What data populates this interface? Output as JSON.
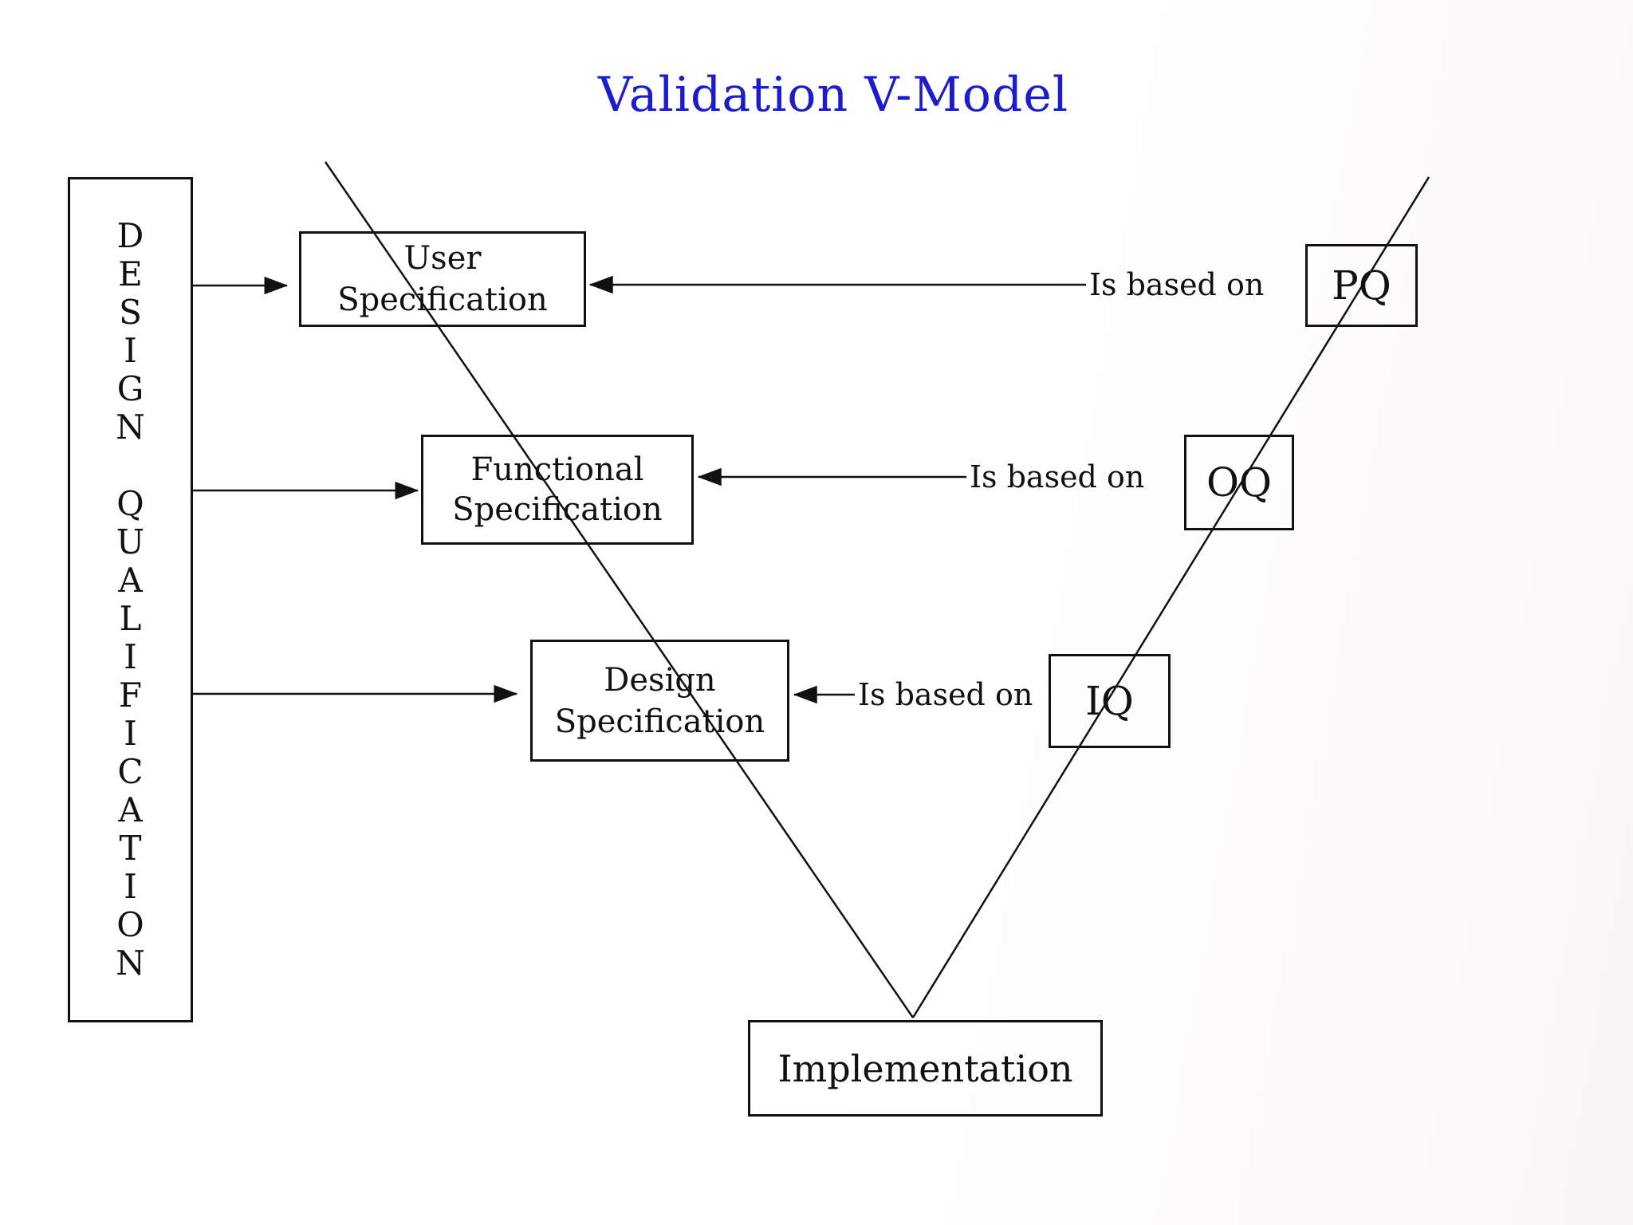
{
  "title": "Validation V-Model",
  "colors": {
    "title_blue": "#1a1ad9",
    "line_black": "#111111",
    "background": "#ffffff"
  },
  "left_panel": {
    "word1": "D\nE\nS\nI\nG\nN",
    "word2": "Q\nU\nA\nL\nI\nF\nI\nC\nA\nT\nI\nO\nN"
  },
  "nodes": {
    "user_spec": "User\nSpecification",
    "functional_spec": "Functional\nSpecification",
    "design_spec": "Design\nSpecification",
    "implementation": "Implementation",
    "pq": "PQ",
    "oq": "OQ",
    "iq": "IQ"
  },
  "edge_labels": {
    "pq_to_user": "Is based on",
    "oq_to_functional": "Is based on",
    "iq_to_design": "Is based on"
  }
}
